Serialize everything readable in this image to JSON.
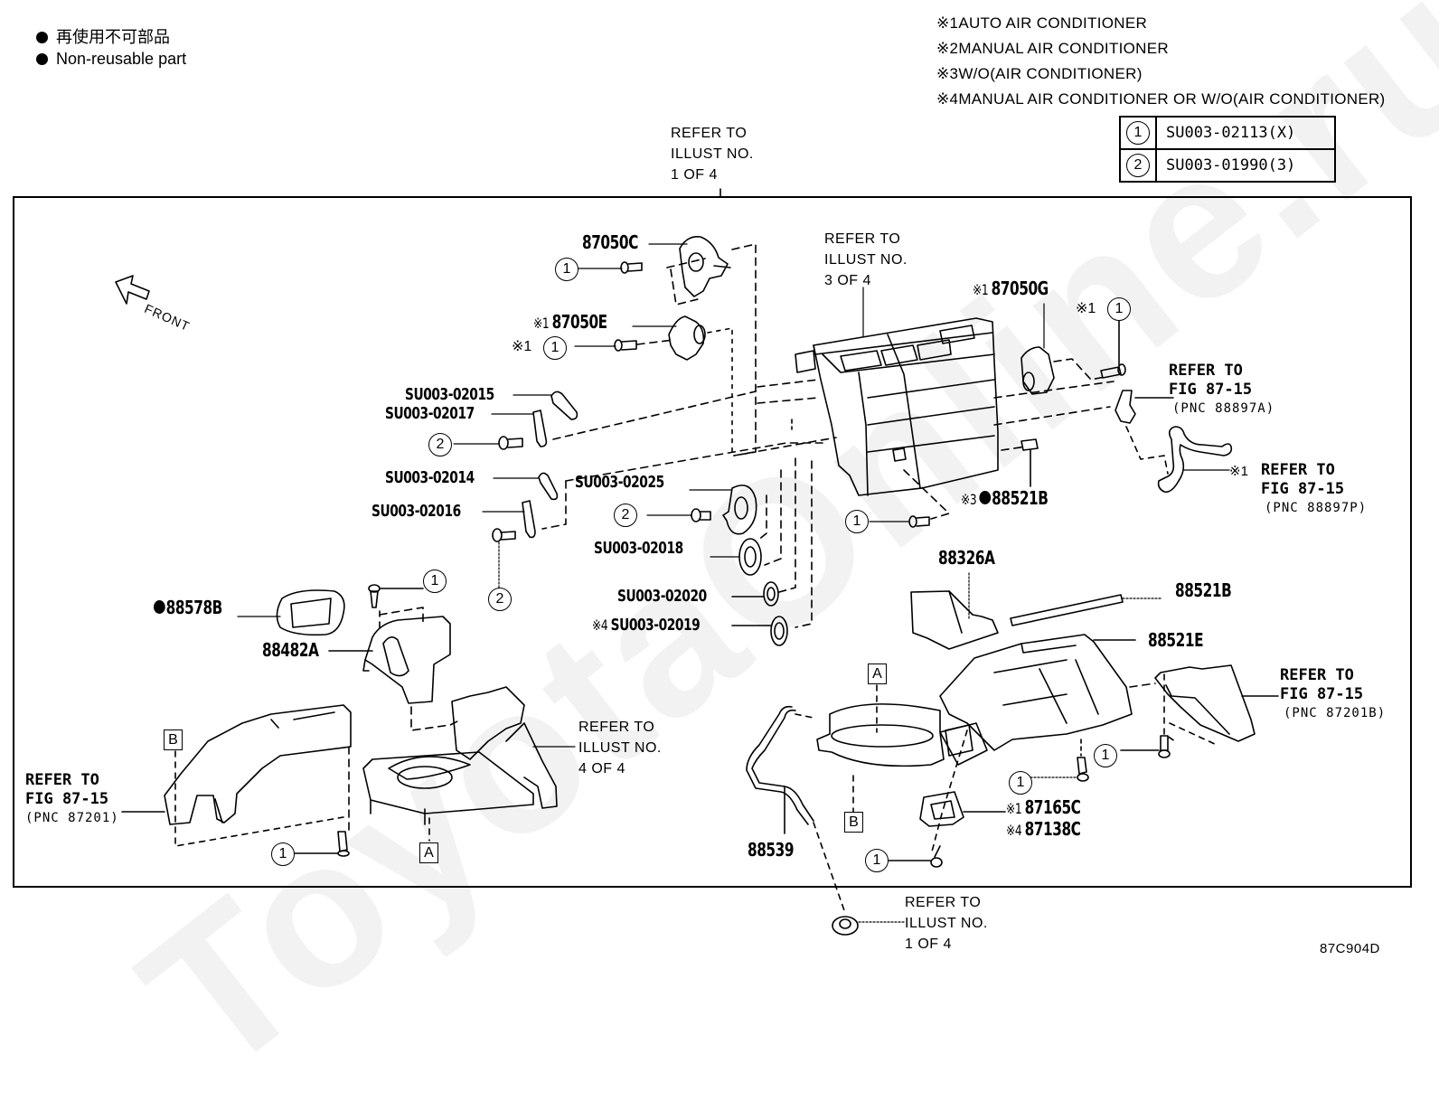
{
  "legend": {
    "japanese_label": "再使用不可部品",
    "english_label": "Non-reusable part",
    "marker_icon": "filled-circle-icon"
  },
  "notes": [
    {
      "mark": "※1",
      "text": "AUTO AIR CONDITIONER"
    },
    {
      "mark": "※2",
      "text": "MANUAL AIR CONDITIONER"
    },
    {
      "mark": "※3",
      "text": "W/O(AIR CONDITIONER)"
    },
    {
      "mark": "※4",
      "text": "MANUAL AIR CONDITIONER OR W/O(AIR CONDITIONER)"
    }
  ],
  "callout_table": [
    {
      "num": "1",
      "part": "SU003-02113(X)"
    },
    {
      "num": "2",
      "part": "SU003-01990(3)"
    }
  ],
  "references": {
    "top_illust": {
      "line1": "REFER TO",
      "line2": "ILLUST NO.",
      "line3": "1 OF 4"
    },
    "housing_illust": {
      "line1": "REFER TO",
      "line2": "ILLUST NO.",
      "line3": "3 OF 4"
    },
    "blower_illust": {
      "line1": "REFER TO",
      "line2": "ILLUST NO.",
      "line3": " 4 OF 4"
    },
    "bottom_illust": {
      "line1": "REFER TO",
      "line2": "ILLUST NO.",
      "line3": "1 OF 4"
    },
    "fig_88897a": {
      "line1": "REFER TO",
      "line2": "FIG 87-15",
      "line3": "(PNC 88897A)"
    },
    "fig_88897p": {
      "mark": "※1",
      "line1": "REFER TO",
      "line2": "FIG 87-15",
      "line3": "(PNC 88897P)"
    },
    "fig_87201b": {
      "line1": "REFER TO",
      "line2": "FIG 87-15",
      "line3": "(PNC 87201B)"
    },
    "fig_87201": {
      "line1": "REFER TO",
      "line2": "FIG 87-15",
      "line3": "(PNC 87201)"
    }
  },
  "front_label": "FRONT",
  "parts": {
    "p87050C": {
      "label": "87050C"
    },
    "p87050E": {
      "mark": "※1",
      "label": "87050E"
    },
    "p87050G": {
      "mark": "※1",
      "label": "87050G"
    },
    "pSU02015": {
      "label": "SU003-02015"
    },
    "pSU02017": {
      "label": "SU003-02017"
    },
    "pSU02014": {
      "label": "SU003-02014"
    },
    "pSU02016": {
      "label": "SU003-02016"
    },
    "pSU02025": {
      "label": "SU003-02025"
    },
    "pSU02018": {
      "label": "SU003-02018"
    },
    "pSU02020": {
      "label": "SU003-02020"
    },
    "pSU02019": {
      "mark": "※4",
      "label": "SU003-02019"
    },
    "p88521B_top": {
      "mark": "※3",
      "label": "88521B"
    },
    "p88521B": {
      "label": "88521B"
    },
    "p88326A": {
      "label": "88326A"
    },
    "p88521E": {
      "label": "88521E"
    },
    "p88578B": {
      "label": "88578B"
    },
    "p88482A": {
      "label": "88482A"
    },
    "p87165C": {
      "mark": "※1",
      "label": "87165C"
    },
    "p87138C": {
      "mark": "※4",
      "label": "87138C"
    },
    "p88539": {
      "label": "88539"
    }
  },
  "callout_markers": {
    "one": "1",
    "two": "2",
    "mark1": "※1"
  },
  "section_markers": {
    "a": "A",
    "b": "B"
  },
  "drawing_id": "87C904D",
  "watermark": "ToyotaOnline.ru"
}
